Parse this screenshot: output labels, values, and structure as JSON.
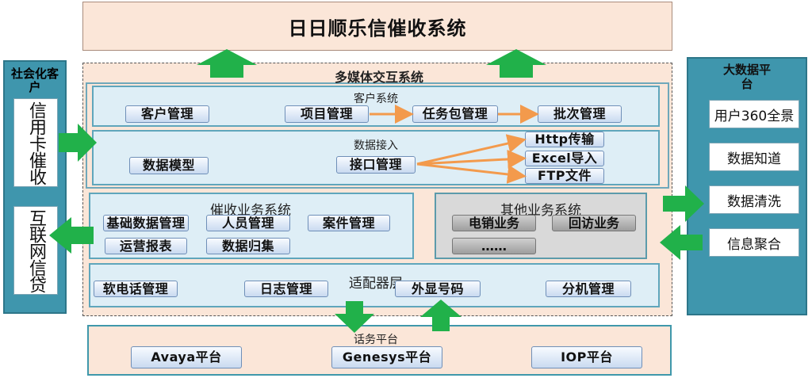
{
  "title": "日日顺乐信催收系统",
  "left_sidebar": {
    "title": "社会化客户",
    "items": [
      "信用卡催收",
      "互联网信贷"
    ]
  },
  "right_sidebar": {
    "title": "大数据平台",
    "items": [
      "用户360全景",
      "数据知道",
      "数据清洗",
      "信息聚合"
    ]
  },
  "multimedia": {
    "title": "多媒体交互系统",
    "customer_system": {
      "label": "客户系统",
      "items": [
        "客户管理",
        "项目管理",
        "任务包管理",
        "批次管理"
      ]
    },
    "data_access": {
      "label": "数据接入",
      "model": "数据模型",
      "interface": "接口管理",
      "outputs": [
        "Http传输",
        "Excel导入",
        "FTP文件"
      ]
    }
  },
  "collection_business": {
    "label": "催收业务系统",
    "items": [
      "基础数据管理",
      "人员管理",
      "案件管理",
      "运营报表",
      "数据归集"
    ]
  },
  "other_business": {
    "label": "其他业务系统",
    "items": [
      "电销业务",
      "回访业务",
      "……"
    ]
  },
  "adapter_layer": {
    "label": "适配器层",
    "items": [
      "软电话管理",
      "日志管理",
      "外显号码",
      "分机管理"
    ]
  },
  "telephony_platform": {
    "label": "话务平台",
    "items": [
      "Avaya平台",
      "Genesys平台",
      "IOP平台"
    ]
  },
  "colors": {
    "arrow_green": "#21b14a",
    "connector_orange": "#f39a4c",
    "teal": "#3f96ad",
    "light_blue": "#deeef6",
    "peach": "#fbe6d8"
  }
}
